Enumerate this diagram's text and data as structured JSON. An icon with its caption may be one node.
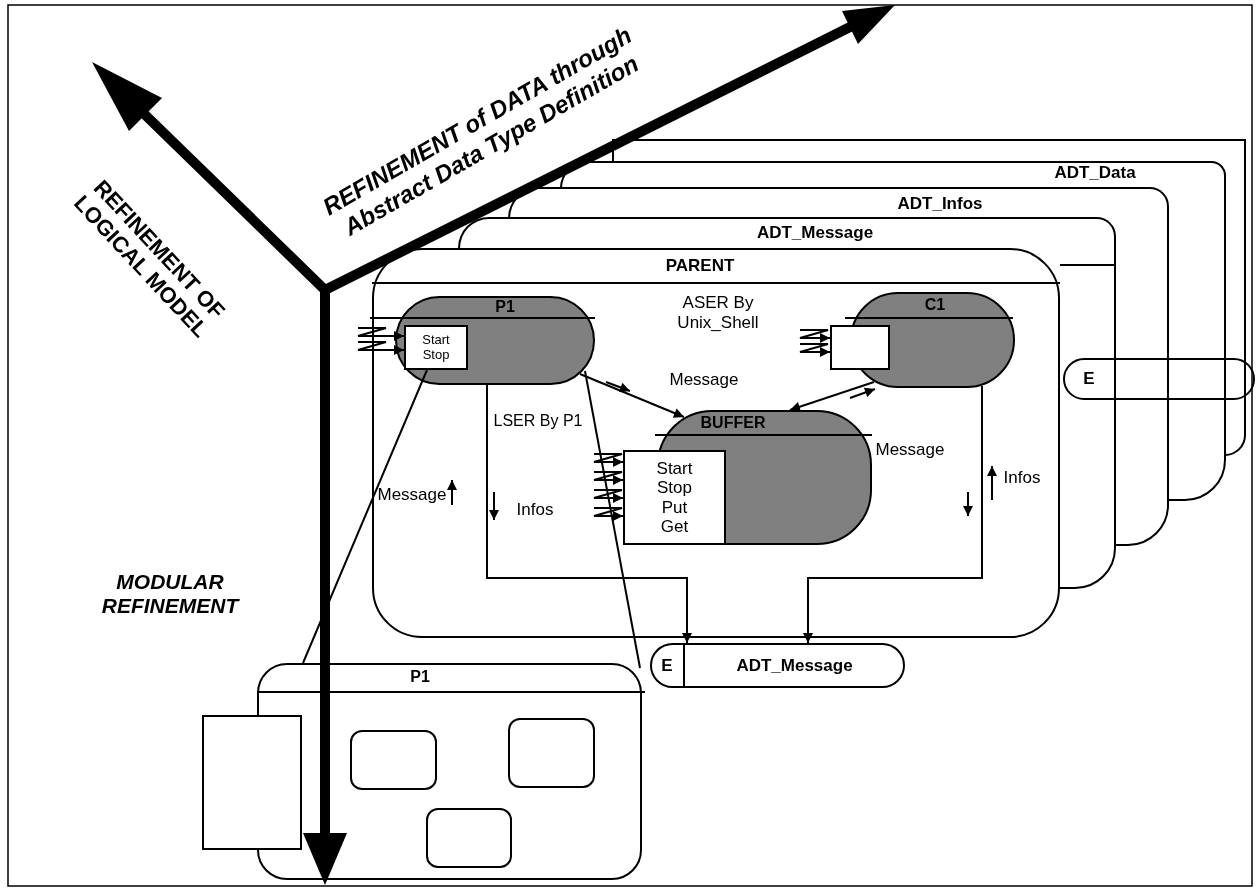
{
  "diagram": {
    "nodes": [
      {
        "text": [],
        "shape": "box"
      },
      {
        "text": [
          "ADT_Data"
        ]
      },
      {
        "text": [
          "ADT_Infos"
        ]
      },
      {
        "text": [
          "ADT_Message"
        ]
      },
      {
        "text": [
          "PARENT"
        ]
      },
      {
        "text": [
          "P1"
        ],
        "in": 4
      },
      {
        "text": [
          "Start",
          "Stop"
        ],
        "in": 5
      },
      {
        "text": [
          "C1"
        ],
        "in": 4
      },
      {
        "text": [],
        "shape": "box",
        "in": 4
      },
      {
        "text": [
          "BUFFER"
        ],
        "in": 4
      },
      {
        "text": [
          "Start",
          "Stop",
          "Put",
          "Get"
        ],
        "in": 4
      },
      {
        "text": [
          "E"
        ]
      },
      {
        "text": [
          "E",
          "ADT_Message"
        ]
      },
      {
        "text": [
          "P1"
        ]
      },
      {
        "text": [],
        "shape": "box"
      },
      {
        "text": [],
        "shape": "box",
        "in": 13
      },
      {
        "text": [],
        "shape": "box",
        "in": 13
      },
      {
        "text": [],
        "shape": "box",
        "in": 13
      }
    ],
    "edges": [
      {
        "from": 5,
        "to": 9,
        "arrow": "to",
        "label": "Message"
      },
      {
        "from": 7,
        "to": 9,
        "arrow": "to"
      },
      {
        "from": 5,
        "to": 12,
        "arrow": "to"
      },
      {
        "from": 7,
        "to": 12,
        "arrow": "to"
      },
      {
        "from": 6,
        "to": 13,
        "arrow": "none"
      },
      {
        "from": 5,
        "to": 13,
        "arrow": "none"
      },
      {
        "from": null,
        "to": 6,
        "arrow": "to"
      },
      {
        "from": null,
        "to": 6,
        "arrow": "to"
      },
      {
        "from": null,
        "to": 8,
        "arrow": "to"
      },
      {
        "from": null,
        "to": 8,
        "arrow": "to"
      },
      {
        "from": null,
        "to": 10,
        "arrow": "to"
      },
      {
        "from": null,
        "to": 10,
        "arrow": "to"
      },
      {
        "from": null,
        "to": 10,
        "arrow": "to"
      },
      {
        "from": null,
        "to": 10,
        "arrow": "to"
      }
    ],
    "labels": [
      "REFINEMENT of DATA through Abstract Data Type Definition",
      "REFINEMENT OF LOGICAL MODEL",
      "MODULAR REFINEMENT",
      "ASER By Unix_Shell",
      "LSER By P1",
      "Message",
      "Infos",
      "Message",
      "Infos"
    ]
  }
}
